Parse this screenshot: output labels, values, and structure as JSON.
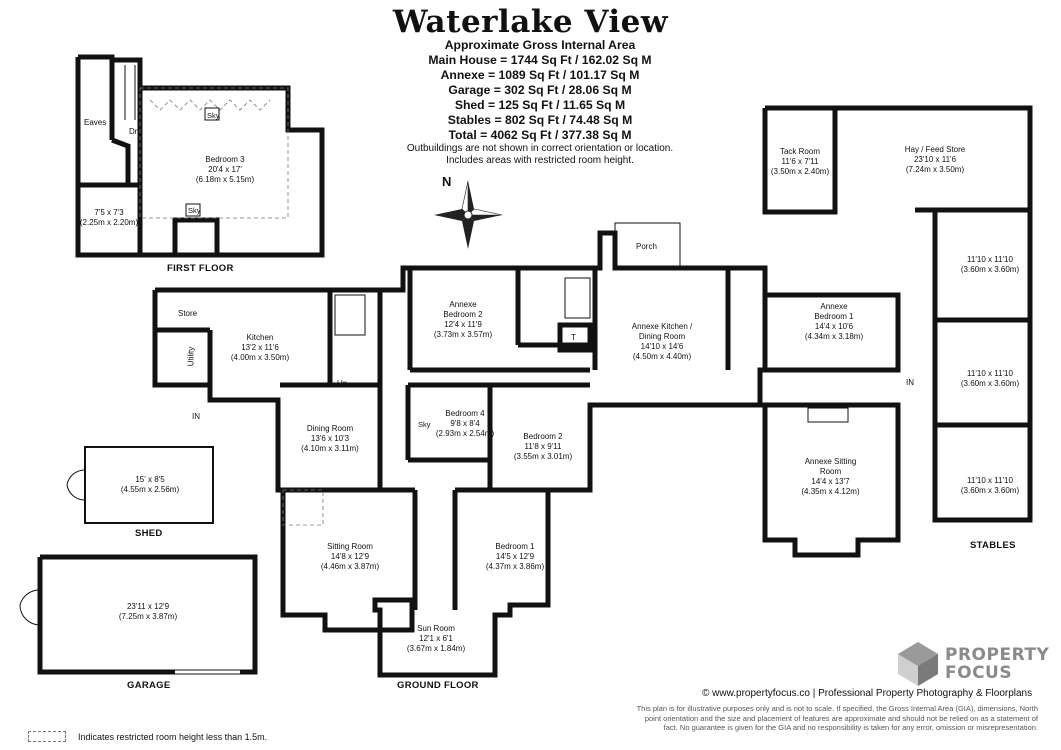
{
  "header": {
    "title": "Waterlake View",
    "subtitle": "Approximate Gross Internal Area",
    "area_lines": [
      "Main House = 1744 Sq Ft / 162.02 Sq M",
      "Annexe = 1089 Sq Ft / 101.17 Sq M",
      "Garage = 302 Sq Ft / 28.06 Sq M",
      "Shed = 125 Sq Ft / 11.65 Sq M",
      "Stables = 802 Sq Ft / 74.48 Sq M",
      "Total = 4062 Sq Ft / 377.38 Sq M"
    ],
    "notes": [
      "Outbuildings are not shown in correct orientation or location.",
      "Includes areas with restricted room height."
    ]
  },
  "compass": {
    "label": "N",
    "icon": "compass-rose-icon"
  },
  "floors": {
    "first": "FIRST FLOOR",
    "ground": "GROUND FLOOR",
    "shed": "SHED",
    "garage": "GARAGE",
    "stables": "STABLES"
  },
  "rooms": {
    "eaves": {
      "name": "Eaves"
    },
    "dn": {
      "name": "Dn"
    },
    "sky1": {
      "name": "Sky"
    },
    "sky2": {
      "name": "Sky"
    },
    "sky3": {
      "name": "Sky"
    },
    "bedroom3": {
      "name": "Bedroom 3",
      "imperial": "20'4 x 17'",
      "metric": "(6.18m x 5.15m)"
    },
    "ff_small": {
      "imperial": "7'5 x 7'3",
      "metric": "(2.25m x 2.20m)"
    },
    "store": {
      "name": "Store"
    },
    "utility": {
      "name": "Utility"
    },
    "kitchen": {
      "name": "Kitchen",
      "imperial": "13'2 x 11'6",
      "metric": "(4.00m x 3.50m)"
    },
    "up": {
      "name": "Up"
    },
    "dining": {
      "name": "Dining Room",
      "imperial": "13'6 x 10'3",
      "metric": "(4.10m x 3.11m)"
    },
    "annexe_bed2": {
      "name": "Annexe Bedroom 2",
      "imperial": "12'4 x 11'9",
      "metric": "(3.73m x 3.57m)"
    },
    "porch": {
      "name": "Porch"
    },
    "t": {
      "name": "T"
    },
    "annexe_kitchen": {
      "name": "Annexe Kitchen / Dining Room",
      "imperial": "14'10 x 14'6",
      "metric": "(4.50m x 4.40m)"
    },
    "annexe_bed1": {
      "name": "Annexe Bedroom 1",
      "imperial": "14'4 x 10'6",
      "metric": "(4.34m x 3.18m)"
    },
    "bedroom4": {
      "name": "Bedroom 4",
      "imperial": "9'8 x 8'4",
      "metric": "(2.93m x 2.54m)"
    },
    "bedroom2": {
      "name": "Bedroom 2",
      "imperial": "11'8 x 9'11",
      "metric": "(3.55m x 3.01m)"
    },
    "sitting": {
      "name": "Sitting Room",
      "imperial": "14'8 x 12'9",
      "metric": "(4.46m x 3.87m)"
    },
    "bedroom1": {
      "name": "Bedroom 1",
      "imperial": "14'5 x 12'9",
      "metric": "(4.37m x 3.86m)"
    },
    "sun": {
      "name": "Sun Room",
      "imperial": "12'1 x 6'1",
      "metric": "(3.67m x 1.84m)"
    },
    "annexe_sitting": {
      "name": "Annexe Sitting Room",
      "imperial": "14'4 x 13'7",
      "metric": "(4.35m x 4.12m)"
    },
    "tack": {
      "name": "Tack Room",
      "imperial": "11'6 x 7'11",
      "metric": "(3.50m x 2.40m)"
    },
    "hay": {
      "name": "Hay / Feed Store",
      "imperial": "23'10 x 11'6",
      "metric": "(7.24m x 3.50m)"
    },
    "stable1": {
      "imperial": "11'10 x 11'10",
      "metric": "(3.60m x 3.60m)"
    },
    "stable2": {
      "imperial": "11'10 x 11'10",
      "metric": "(3.60m x 3.60m)"
    },
    "stable3": {
      "imperial": "11'10 x 11'10",
      "metric": "(3.60m x 3.60m)"
    },
    "shed": {
      "imperial": "15' x 8'5",
      "metric": "(4.55m x 2.56m)"
    },
    "garage": {
      "imperial": "23'11 x 12'9",
      "metric": "(7.25m x 3.87m)"
    }
  },
  "entrances": {
    "main": "IN",
    "annexe": "IN"
  },
  "footer": {
    "logo_line1": "PROPERTY",
    "logo_line2": "FOCUS",
    "website": "© www.propertyfocus.co | Professional Property Photography & Floorplans",
    "disclaimer": [
      "This plan is for illustrative purposes only and is not to scale. If specified, the Gross Internal Area (GIA), dimensions, North",
      "point orientation and the size and placement of features are approximate and should not be relied on as a statement of",
      "fact. No guarantee is given for the GIA and no responsibility is taken for any error, omission or misrepresentation."
    ],
    "legend": "Indicates restricted room height less than 1.5m."
  }
}
